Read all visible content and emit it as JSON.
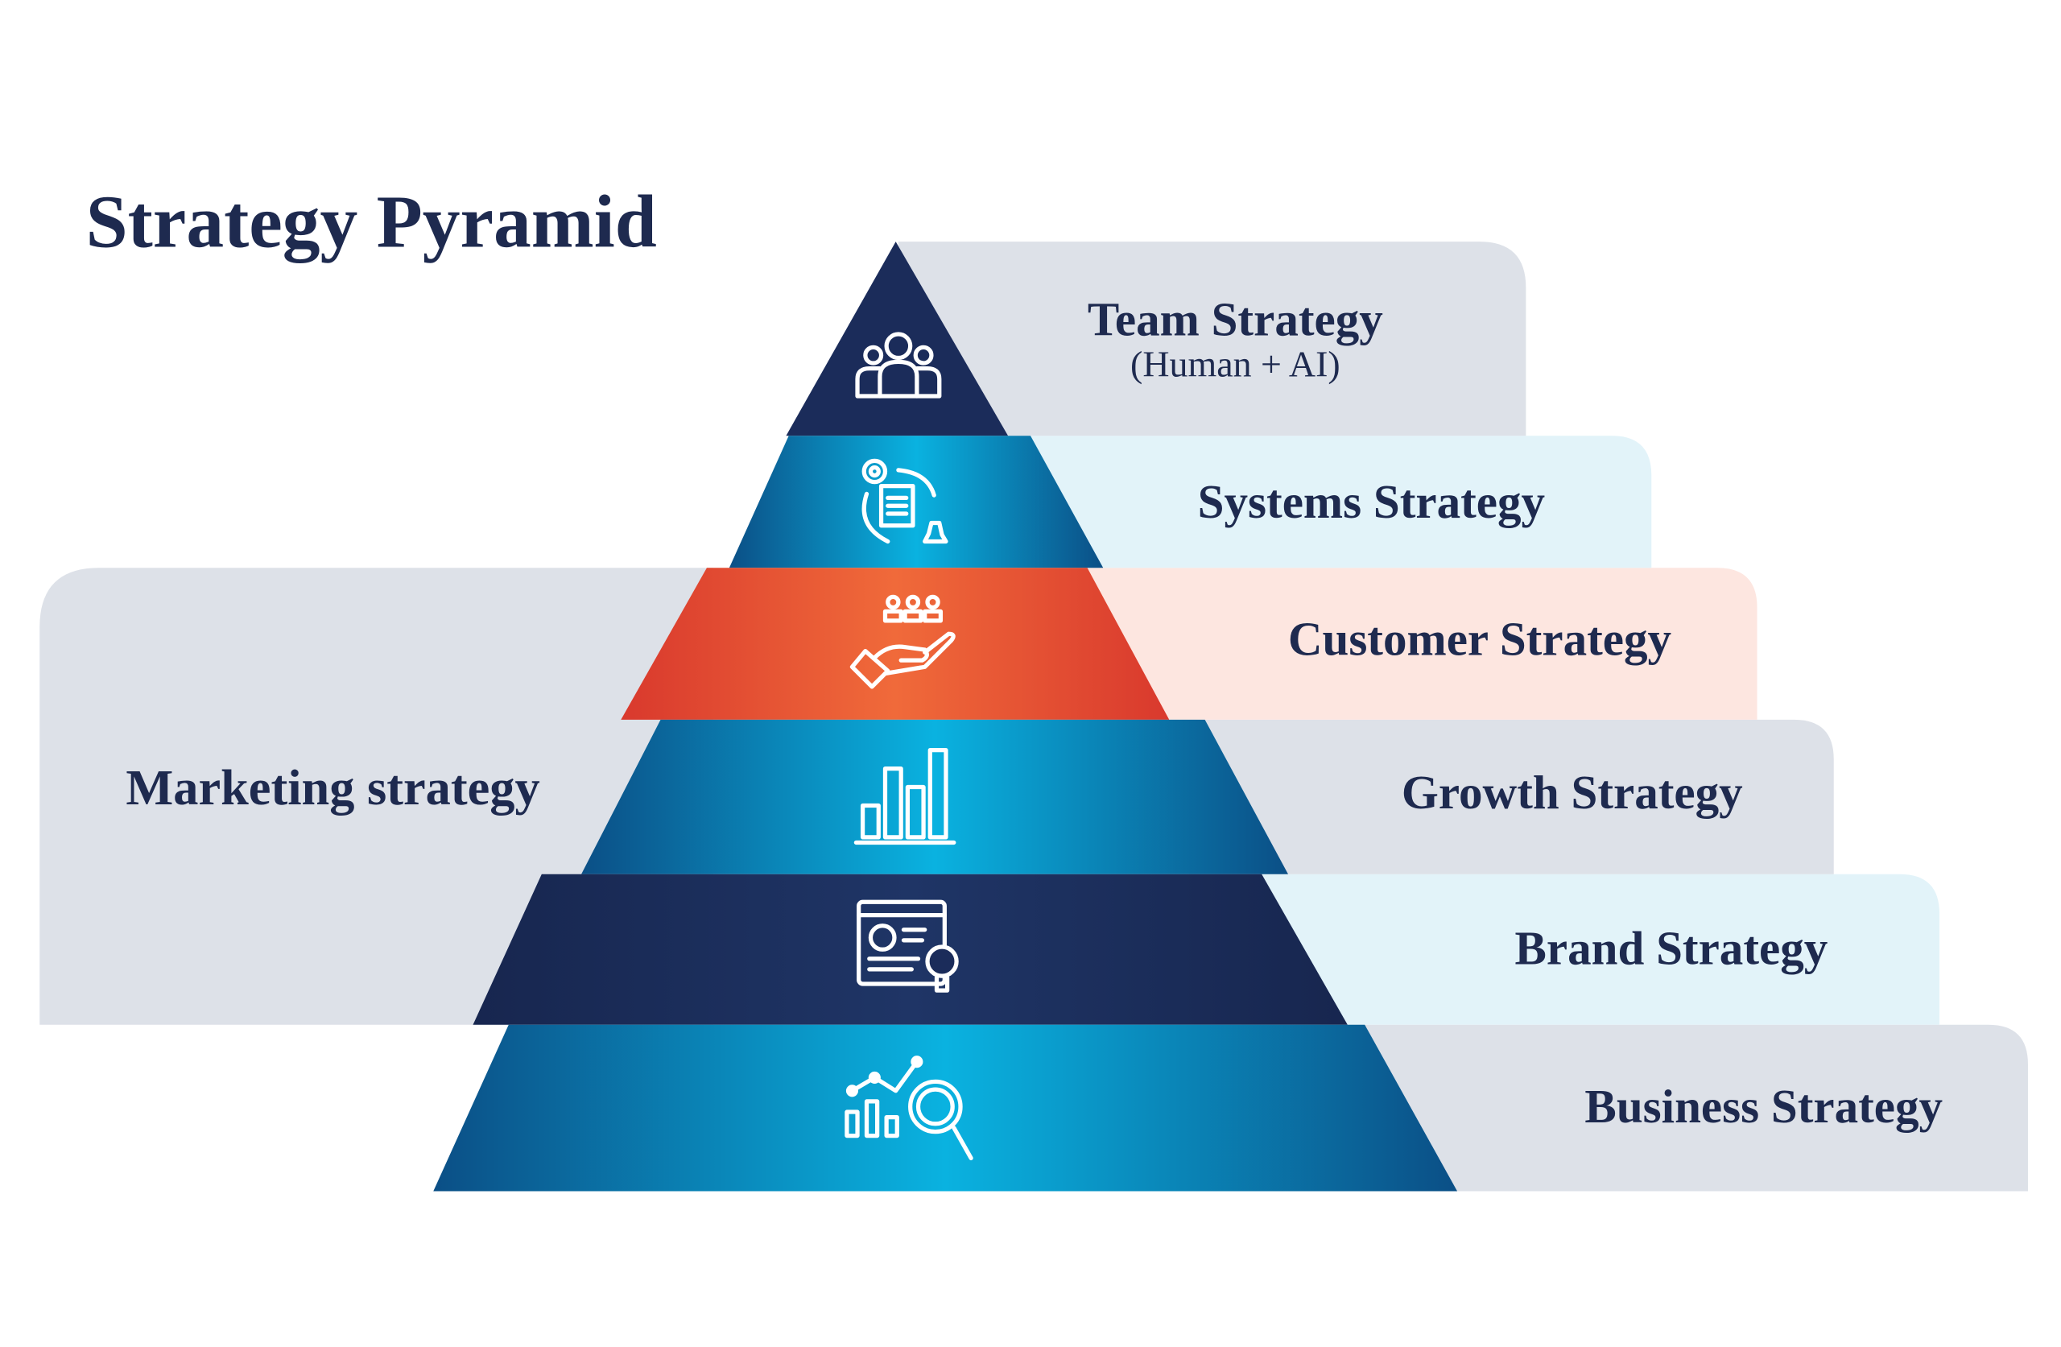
{
  "title": "Strategy Pyramid",
  "side_label": "Marketing strategy",
  "tiers": [
    {
      "label": "Team Strategy",
      "sublabel": "(Human + AI)",
      "icon": "team-icon",
      "color": "#1b2c5a"
    },
    {
      "label": "Systems Strategy",
      "icon": "systems-cycle-icon",
      "color": "#0a8fc8"
    },
    {
      "label": "Customer Strategy",
      "icon": "hand-people-icon",
      "color": "#e8502f"
    },
    {
      "label": "Growth Strategy",
      "icon": "bar-chart-icon",
      "color": "#0a8fc8"
    },
    {
      "label": "Brand Strategy",
      "icon": "presentation-lightbulb-icon",
      "color": "#1b2c5a"
    },
    {
      "label": "Business Strategy",
      "icon": "analytics-search-icon",
      "color": "#0a8fc8"
    }
  ],
  "colors": {
    "text": "#1e2a4f",
    "panel_gray": "#dde1e8",
    "panel_blue": "#e2f3f9",
    "panel_peach": "#fde6e0"
  }
}
